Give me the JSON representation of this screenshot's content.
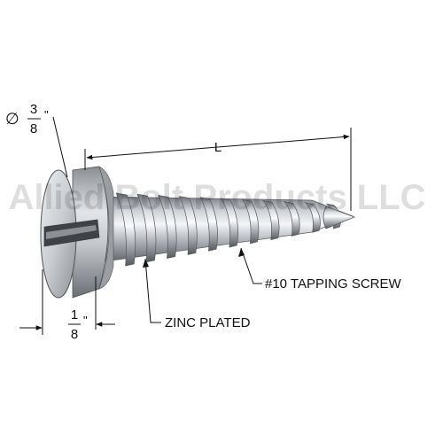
{
  "diagram": {
    "length_label": "L",
    "head_diameter": {
      "symbol": "∅",
      "numerator": "3",
      "denominator": "8",
      "unit": "\""
    },
    "head_height": {
      "numerator": "1",
      "denominator": "8",
      "unit": "\""
    },
    "callouts": {
      "screw_type": "#10 TAPPING SCREW",
      "finish": "ZINC PLATED"
    },
    "watermark": "Allied Bolt Products LLC"
  },
  "colors": {
    "line": "#111111",
    "metal_light": "#f2f3f5",
    "metal_mid": "#b9bcc1",
    "metal_dark": "#6e7177",
    "watermark": "#000000"
  },
  "icons": {
    "diameter_symbol": "diameter-symbol-icon"
  }
}
